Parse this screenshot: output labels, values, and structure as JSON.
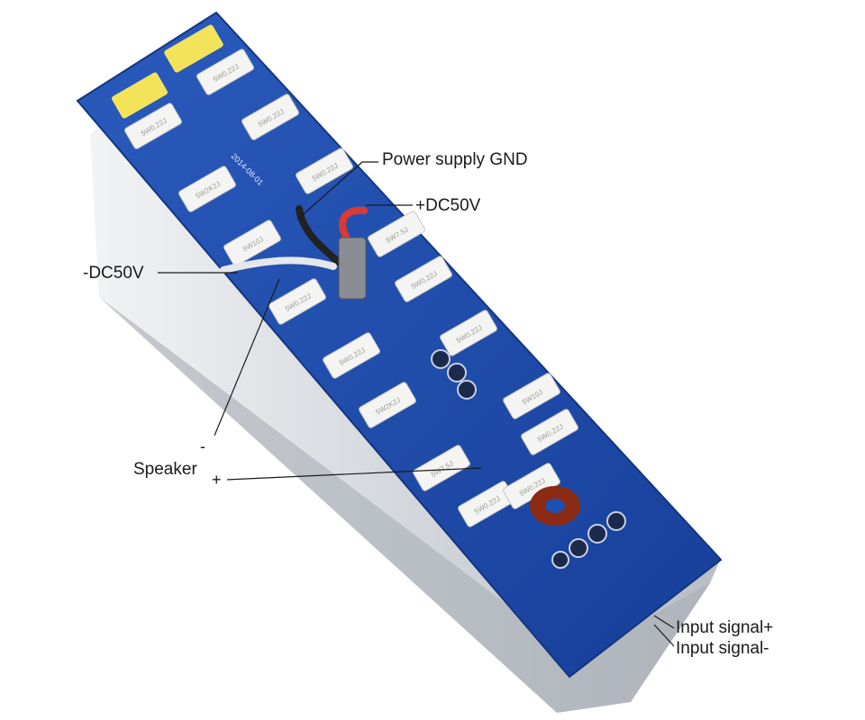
{
  "image": {
    "subject": "amplifier-circuit-board",
    "board_color": "#1f4fb0",
    "heatsink_color": "#d9dbe0",
    "board_silk_text": "2014-08-01"
  },
  "labels": {
    "power_gnd": "Power supply GND",
    "pos_dc": "+DC50V",
    "neg_dc": "-DC50V",
    "speaker": "Speaker",
    "speaker_minus": "-",
    "speaker_plus": "+",
    "input_pos": "Input signal+",
    "input_neg": "Input signal-"
  },
  "resistor_text": [
    "5W0.22J",
    "5W0.22J",
    "5W0.22J",
    "5W0.22J",
    "5W2K2J",
    "5W10J",
    "5W7.5J"
  ]
}
